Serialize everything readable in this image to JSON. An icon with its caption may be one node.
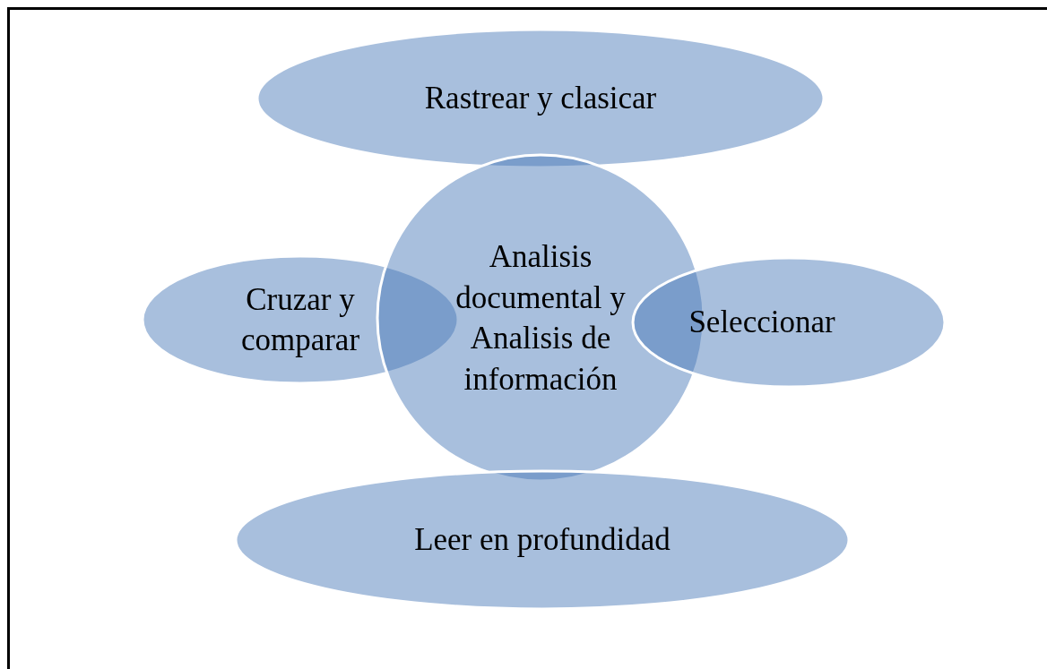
{
  "diagram": {
    "nodes": [
      {
        "text": [
          "Rastrear y clasicar"
        ]
      },
      {
        "text": [
          "Cruzar y comparar"
        ]
      },
      {
        "text": [
          "Analisis documental y Analisis de información"
        ]
      },
      {
        "text": [
          "Seleccionar"
        ]
      },
      {
        "text": [
          "Leer en profundidad"
        ]
      }
    ]
  }
}
